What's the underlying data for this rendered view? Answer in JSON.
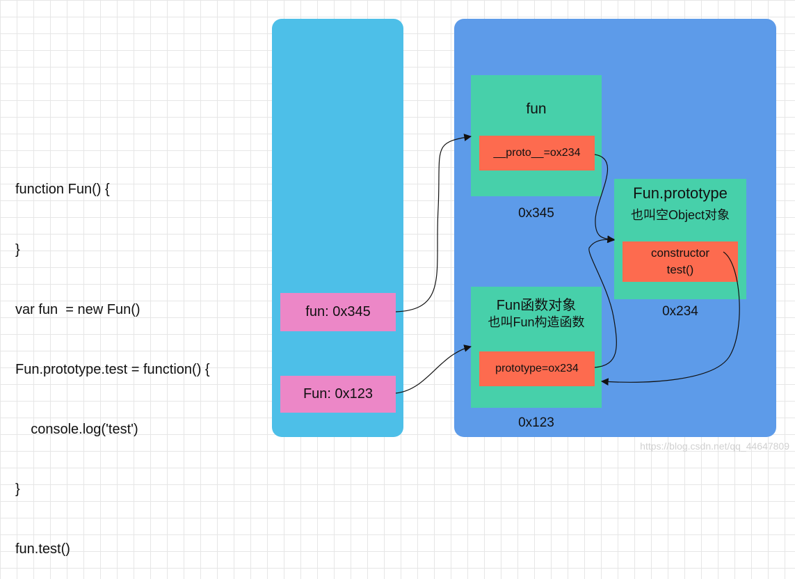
{
  "code_lines": [
    "function Fun() {",
    "}",
    "var fun  = new Fun()",
    "Fun.prototype.test = function() {",
    "    console.log('test')",
    "}",
    "fun.test()"
  ],
  "stack": {
    "fun_var": "fun: 0x345",
    "Fun_var": "Fun: 0x123"
  },
  "heap": {
    "fun_obj": {
      "title": "fun",
      "proto": "__proto__=ox234",
      "address": "0x345"
    },
    "fun_func": {
      "title": "Fun函数对象",
      "subtitle": "也叫Fun构造函数",
      "prototype": "prototype=ox234",
      "address": "0x123"
    },
    "prototype_obj": {
      "title": "Fun.prototype",
      "subtitle": "也叫空Object对象",
      "constructor": "constructor",
      "test": "test()",
      "address": "0x234"
    }
  },
  "watermark": "https://blog.csdn.net/qq_44647809",
  "colors": {
    "stack": "#4dbfe8",
    "heap": "#5d9be9",
    "object": "#47d0aa",
    "property": "#fd6b4f",
    "variable": "#ec87c7"
  }
}
